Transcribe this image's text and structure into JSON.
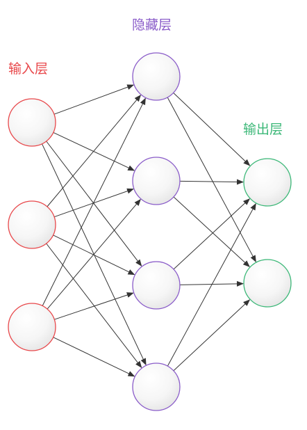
{
  "layers": [
    {
      "id": "input",
      "title": "输入层",
      "color": "#e8474a",
      "nodes": 3
    },
    {
      "id": "hidden",
      "title": "隐藏层",
      "color": "#8a5cc9",
      "nodes": 4
    },
    {
      "id": "output",
      "title": "输出层",
      "color": "#3cb878",
      "nodes": 2
    }
  ],
  "connections": "fully-connected",
  "colors": {
    "arrow": "#333333",
    "node_fill_light": "#ffffff",
    "node_fill_dark": "#e6e6e6"
  }
}
